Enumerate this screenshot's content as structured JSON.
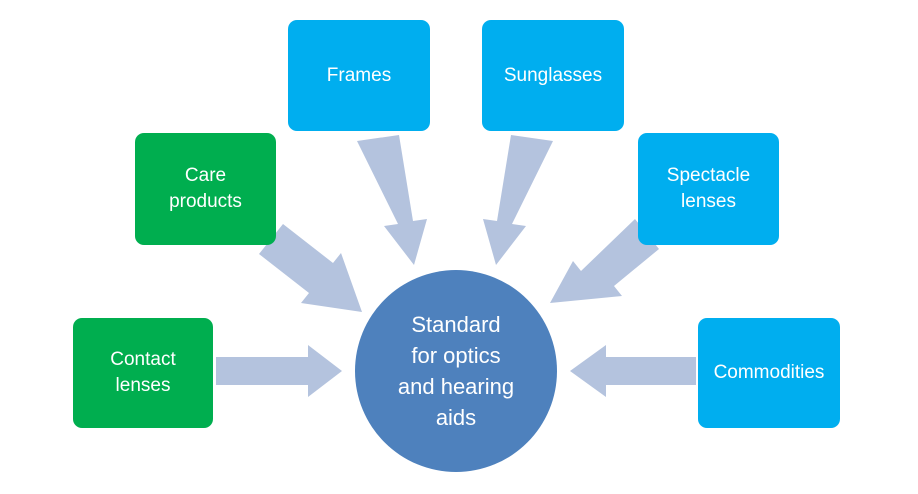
{
  "diagram": {
    "hub": {
      "label": "Standard\nfor optics\nand hearing\naids",
      "color": "#4e81bd"
    },
    "nodes": [
      {
        "id": "contact-lenses",
        "label": "Contact\nlenses",
        "color": "#00ae4f"
      },
      {
        "id": "care-products",
        "label": "Care\nproducts",
        "color": "#00ae4f"
      },
      {
        "id": "frames",
        "label": "Frames",
        "color": "#00aeef"
      },
      {
        "id": "sunglasses",
        "label": "Sunglasses",
        "color": "#00aeef"
      },
      {
        "id": "spectacle-lenses",
        "label": "Spectacle\nlenses",
        "color": "#00aeef"
      },
      {
        "id": "commodities",
        "label": "Commodities",
        "color": "#00aeef"
      }
    ],
    "arrow_color": "#b4c3de"
  }
}
